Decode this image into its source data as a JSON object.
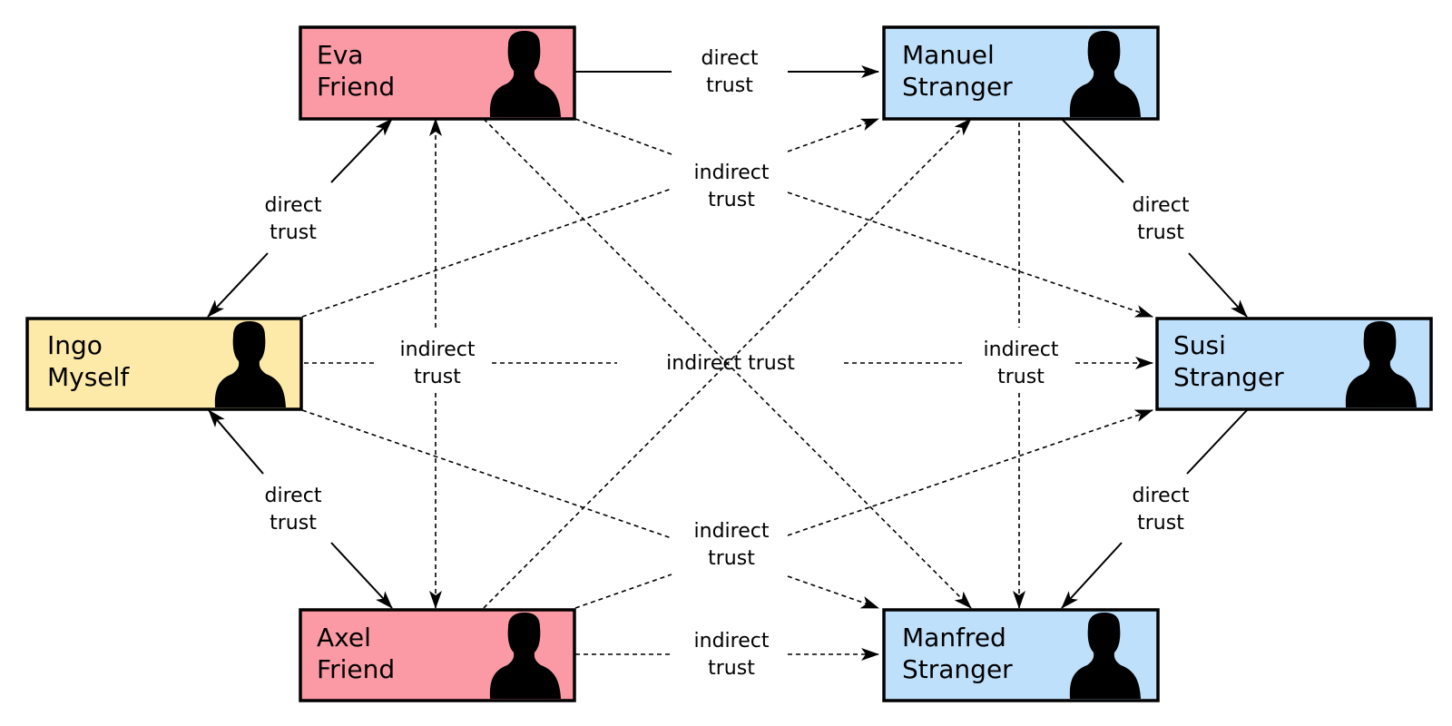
{
  "colors": {
    "self": "#fde9a8",
    "friend": "#fb9aa5",
    "stranger": "#bfe0fb"
  },
  "nodes": {
    "eva": {
      "name": "Eva",
      "role": "Friend",
      "icon": "person-silhouette-icon"
    },
    "manuel": {
      "name": "Manuel",
      "role": "Stranger",
      "icon": "person-silhouette-icon"
    },
    "ingo": {
      "name": "Ingo",
      "role": "Myself",
      "icon": "person-silhouette-icon"
    },
    "susi": {
      "name": "Susi",
      "role": "Stranger",
      "icon": "person-silhouette-icon"
    },
    "axel": {
      "name": "Axel",
      "role": "Friend",
      "icon": "person-silhouette-icon"
    },
    "manfred": {
      "name": "Manfred",
      "role": "Stranger",
      "icon": "person-silhouette-icon"
    }
  },
  "labels": {
    "direct_1": "direct",
    "direct_2": "trust",
    "indirect_1": "indirect",
    "indirect_2": "trust",
    "indirect_center": "indirect trust"
  }
}
